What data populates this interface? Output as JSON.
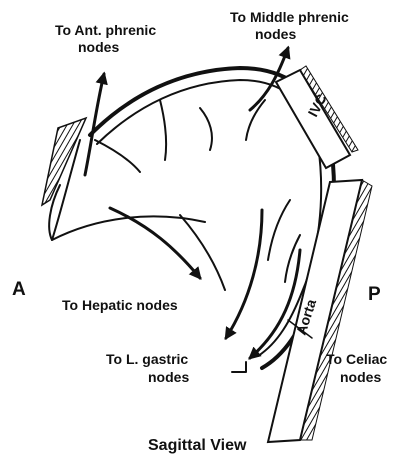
{
  "colors": {
    "ink": "#111111",
    "background": "#ffffff"
  },
  "labels": {
    "ant_phrenic_1": "To Ant. phrenic",
    "ant_phrenic_2": "nodes",
    "middle_phrenic_1": "To Middle phrenic",
    "middle_phrenic_2": "nodes",
    "ivc": "IVC",
    "aorta": "Aorta",
    "anterior": "A",
    "posterior": "P",
    "hepatic": "To Hepatic nodes",
    "gastric_1": "To L. gastric",
    "gastric_2": "nodes",
    "celiac_1": "To Celiac",
    "celiac_2": "nodes",
    "title": "Sagittal View"
  }
}
